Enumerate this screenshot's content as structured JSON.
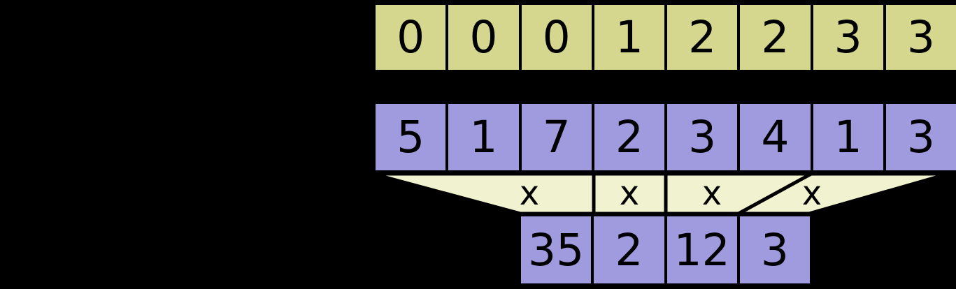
{
  "colors": {
    "background": "#000000",
    "flag_cell_fill": "#d6d78e",
    "value_cell_fill": "#a09ade",
    "funnel_fill": "#f0f2d0",
    "border": "#000000",
    "text": "#000000"
  },
  "flags_row": {
    "cells": [
      "0",
      "0",
      "0",
      "1",
      "2",
      "2",
      "3",
      "3"
    ]
  },
  "values_row": {
    "cells": [
      "5",
      "1",
      "7",
      "2",
      "3",
      "4",
      "1",
      "3"
    ]
  },
  "operators": {
    "labels": [
      "x",
      "x",
      "x",
      "x"
    ]
  },
  "results_row": {
    "cells": [
      "35",
      "2",
      "12",
      "3"
    ]
  }
}
